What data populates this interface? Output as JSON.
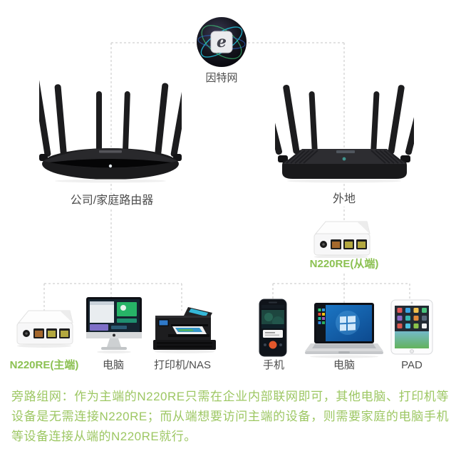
{
  "internet": {
    "label": "因特网"
  },
  "left_branch": {
    "router_label": "公司/家庭路由器",
    "devices": [
      {
        "name": "n220re-master",
        "label": "N220RE(主端)"
      },
      {
        "name": "desktop-computer",
        "label": "电脑"
      },
      {
        "name": "printer-nas",
        "label": "打印机/NAS"
      }
    ]
  },
  "right_branch": {
    "router_label": "外地",
    "extender": {
      "name": "n220re-slave",
      "label": "N220RE(从端)"
    },
    "devices": [
      {
        "name": "smartphone",
        "label": "手机"
      },
      {
        "name": "laptop-computer",
        "label": "电脑"
      },
      {
        "name": "tablet",
        "label": "PAD"
      }
    ]
  },
  "description": "旁路组网：作为主端的N220RE只需在企业内部联网即可，其他电脑、打印机等设备是无需连接N220RE；而从端想要访问主端的设备，则需要家庭的电脑手机等设备连接从端的N220RE就行。",
  "colors": {
    "label_green": "#8cc152",
    "paragraph_green": "#9dc763",
    "label_gray": "#4d4d4d",
    "connector": "#c6c6c6"
  }
}
